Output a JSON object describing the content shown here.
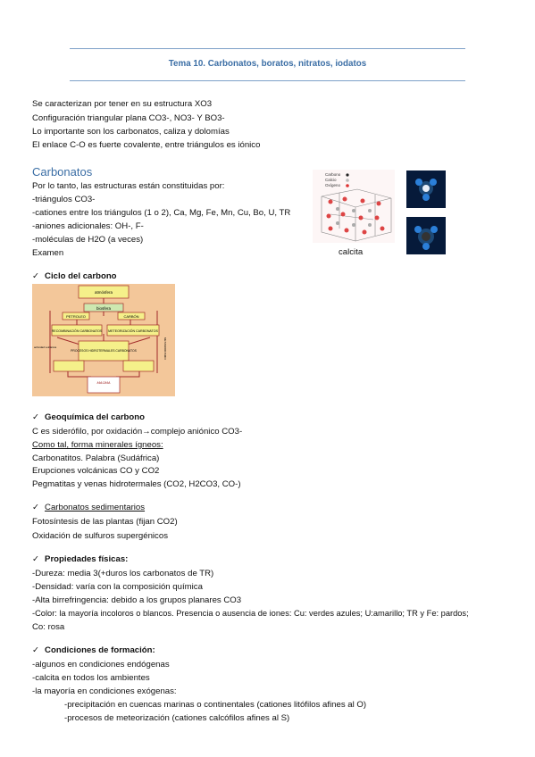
{
  "header": {
    "title": "Tema 10. Carbonatos, boratos, nitratos, iodatos"
  },
  "intro": [
    "Se caracterizan por tener en su estructura XO3",
    "Configuración triangular plana CO3-, NO3- Y BO3-",
    "Lo importante son los carbonatos, caliza y dolomías",
    "El enlace C-O es fuerte covalente, entre triángulos es iónico"
  ],
  "carbonatos": {
    "heading": "Carbonatos",
    "lines": [
      "Por lo tanto, las estructuras están constituidas por:",
      "-triángulos CO3-",
      "-cationes entre los triángulos (1 o 2), Ca, Mg, Fe, Mn, Cu, Bo, U, TR",
      "-aniones adicionales: OH-, F-",
      "-moléculas de H2O (a veces)",
      "Examen"
    ],
    "figure_caption": "calcita",
    "structure_legend": [
      "Carbono",
      "Calcio",
      "Oxígeno"
    ]
  },
  "ciclo": {
    "heading": "Ciclo del carbono",
    "diagram_labels": {
      "top": "atmósfera",
      "biosfera": "biosfera",
      "left_box": "PETROLEO",
      "right_box": "CARBÓN",
      "recomb": "RECOMBINACIÓN CARBONATOS",
      "meteor": "METEORIZACIÓN CARBONATOS",
      "proceso": "PROCESOS HIDROTERMALES CARBONATOS",
      "magma": "MAGMA",
      "side_left": "actividad volcánica",
      "side_right": "METAMORFISMO"
    }
  },
  "geoquimica": {
    "heading": "Geoquímica del carbono",
    "lines": [
      "C es siderófilo, por oxidación→complejo aniónico CO3-",
      "Como tal, forma minerales ígneos:",
      "Carbonatitos. Palabra (Sudáfrica)",
      "Erupciones volcánicas CO y CO2",
      "Pegmatitas y venas hidrotermales (CO2, H2CO3, CO-)"
    ]
  },
  "sedimentarios": {
    "heading": "Carbonatos sedimentarios",
    "lines": [
      "Fotosíntesis de las plantas (fijan CO2)",
      "Oxidación de sulfuros supergénicos"
    ]
  },
  "propiedades": {
    "heading": "Propiedades físicas:",
    "lines": [
      "-Dureza: media 3(+duros los carbonatos de TR)",
      "-Densidad: varía con la composición química",
      "-Alta birrefringencia: debido a los grupos planares CO3",
      "-Color: la mayoría incoloros o blancos. Presencia o ausencia de iones: Cu: verdes  azules; U:amarillo; TR y Fe: pardos;",
      "Co: rosa"
    ]
  },
  "condiciones": {
    "heading": "Condiciones de formación:",
    "lines": [
      "-algunos en condiciones endógenas",
      "-calcita en todos los ambientes",
      "-la mayoría en condiciones exógenas:"
    ],
    "sub": [
      "-precipitación en cuencas marinas o continentales (cationes litófilos afines al O)",
      "-procesos de meteorización (cationes calcófilos afines al S)"
    ]
  },
  "colors": {
    "accent": "#3b6ea5",
    "rule": "#7da0c8",
    "diagram_bg": "#f3c79a",
    "diagram_box": "#f5f08a",
    "diagram_line": "#a22a2a"
  }
}
